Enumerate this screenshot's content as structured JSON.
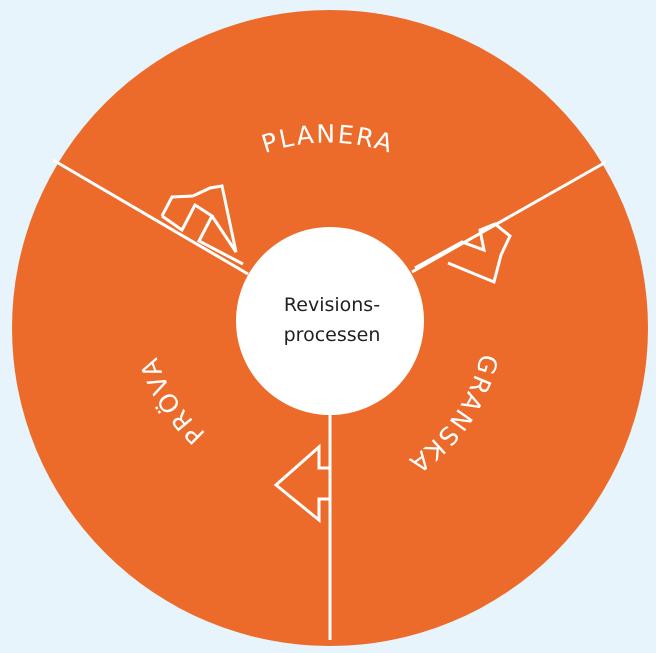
{
  "diagram": {
    "center": {
      "line1": "Revisions-",
      "line2": "processen"
    },
    "segments": [
      {
        "label": "PLANERA"
      },
      {
        "label": "GRANSKA"
      },
      {
        "label": "PRÖVA"
      }
    ]
  },
  "colors": {
    "background": "#e7f4fb",
    "wheel": "#ec6a2a",
    "lines": "#ffffff",
    "center_text": "#222222"
  }
}
